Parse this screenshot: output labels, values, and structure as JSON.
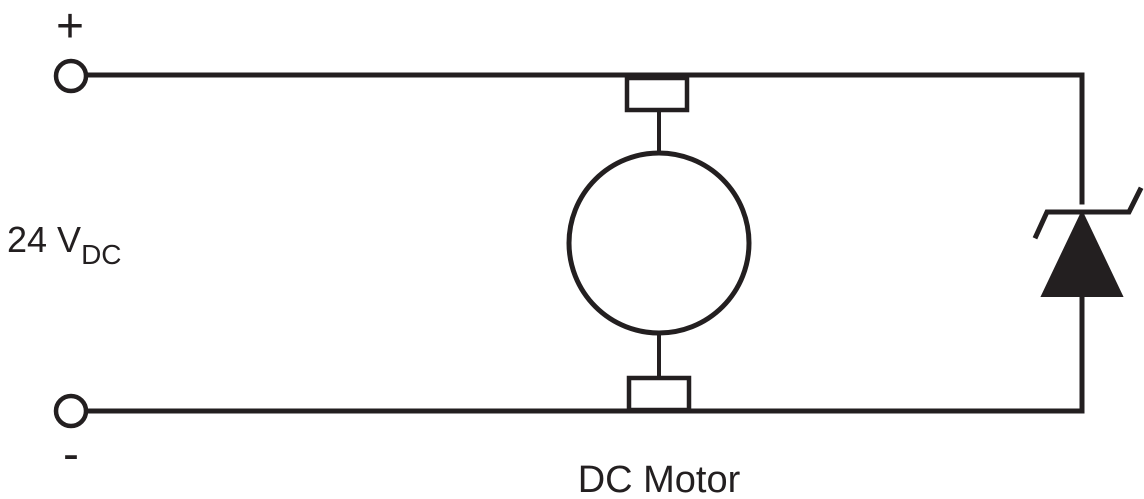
{
  "diagram": {
    "plus_sign": "+",
    "minus_sign": "-",
    "voltage_value": "24 V",
    "voltage_subscript": "DC",
    "motor_label": "DC Motor"
  },
  "colors": {
    "ink": "#231f20",
    "background": "#ffffff"
  },
  "icons": {
    "terminal": "open-circle-terminal",
    "motor": "dc-motor-circle",
    "diode": "zener-diode"
  }
}
